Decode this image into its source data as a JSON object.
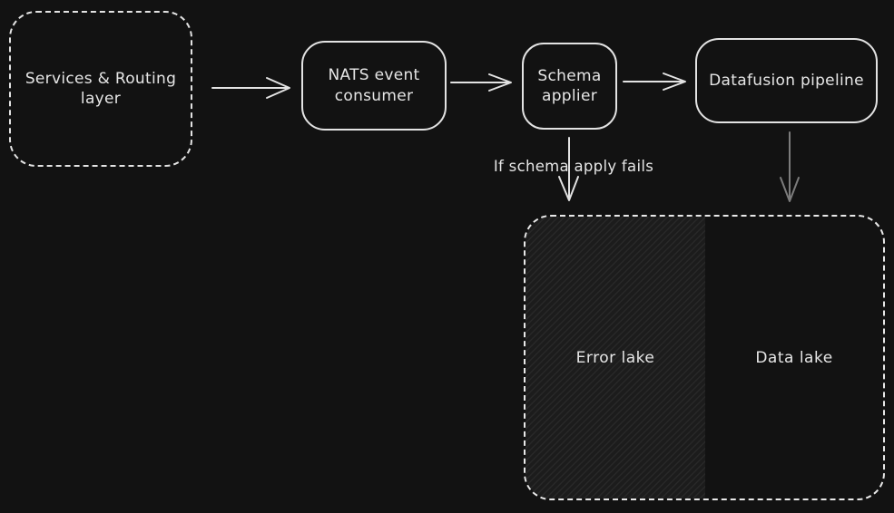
{
  "colors": {
    "background": "#121212",
    "stroke": "#e3e3e3",
    "muted_arrow": "#7c7c7c",
    "error_lake_fill": "#1c1c1c"
  },
  "nodes": {
    "services": {
      "label": "Services & Routing layer"
    },
    "nats": {
      "label": "NATS event consumer"
    },
    "schema": {
      "label": "Schema applier"
    },
    "datafusion": {
      "label": "Datafusion pipeline"
    }
  },
  "labels": {
    "schema_fail_condition": "If schema apply fails"
  },
  "lakes": {
    "error_lake": {
      "label": "Error lake"
    },
    "data_lake": {
      "label": "Data lake"
    }
  }
}
